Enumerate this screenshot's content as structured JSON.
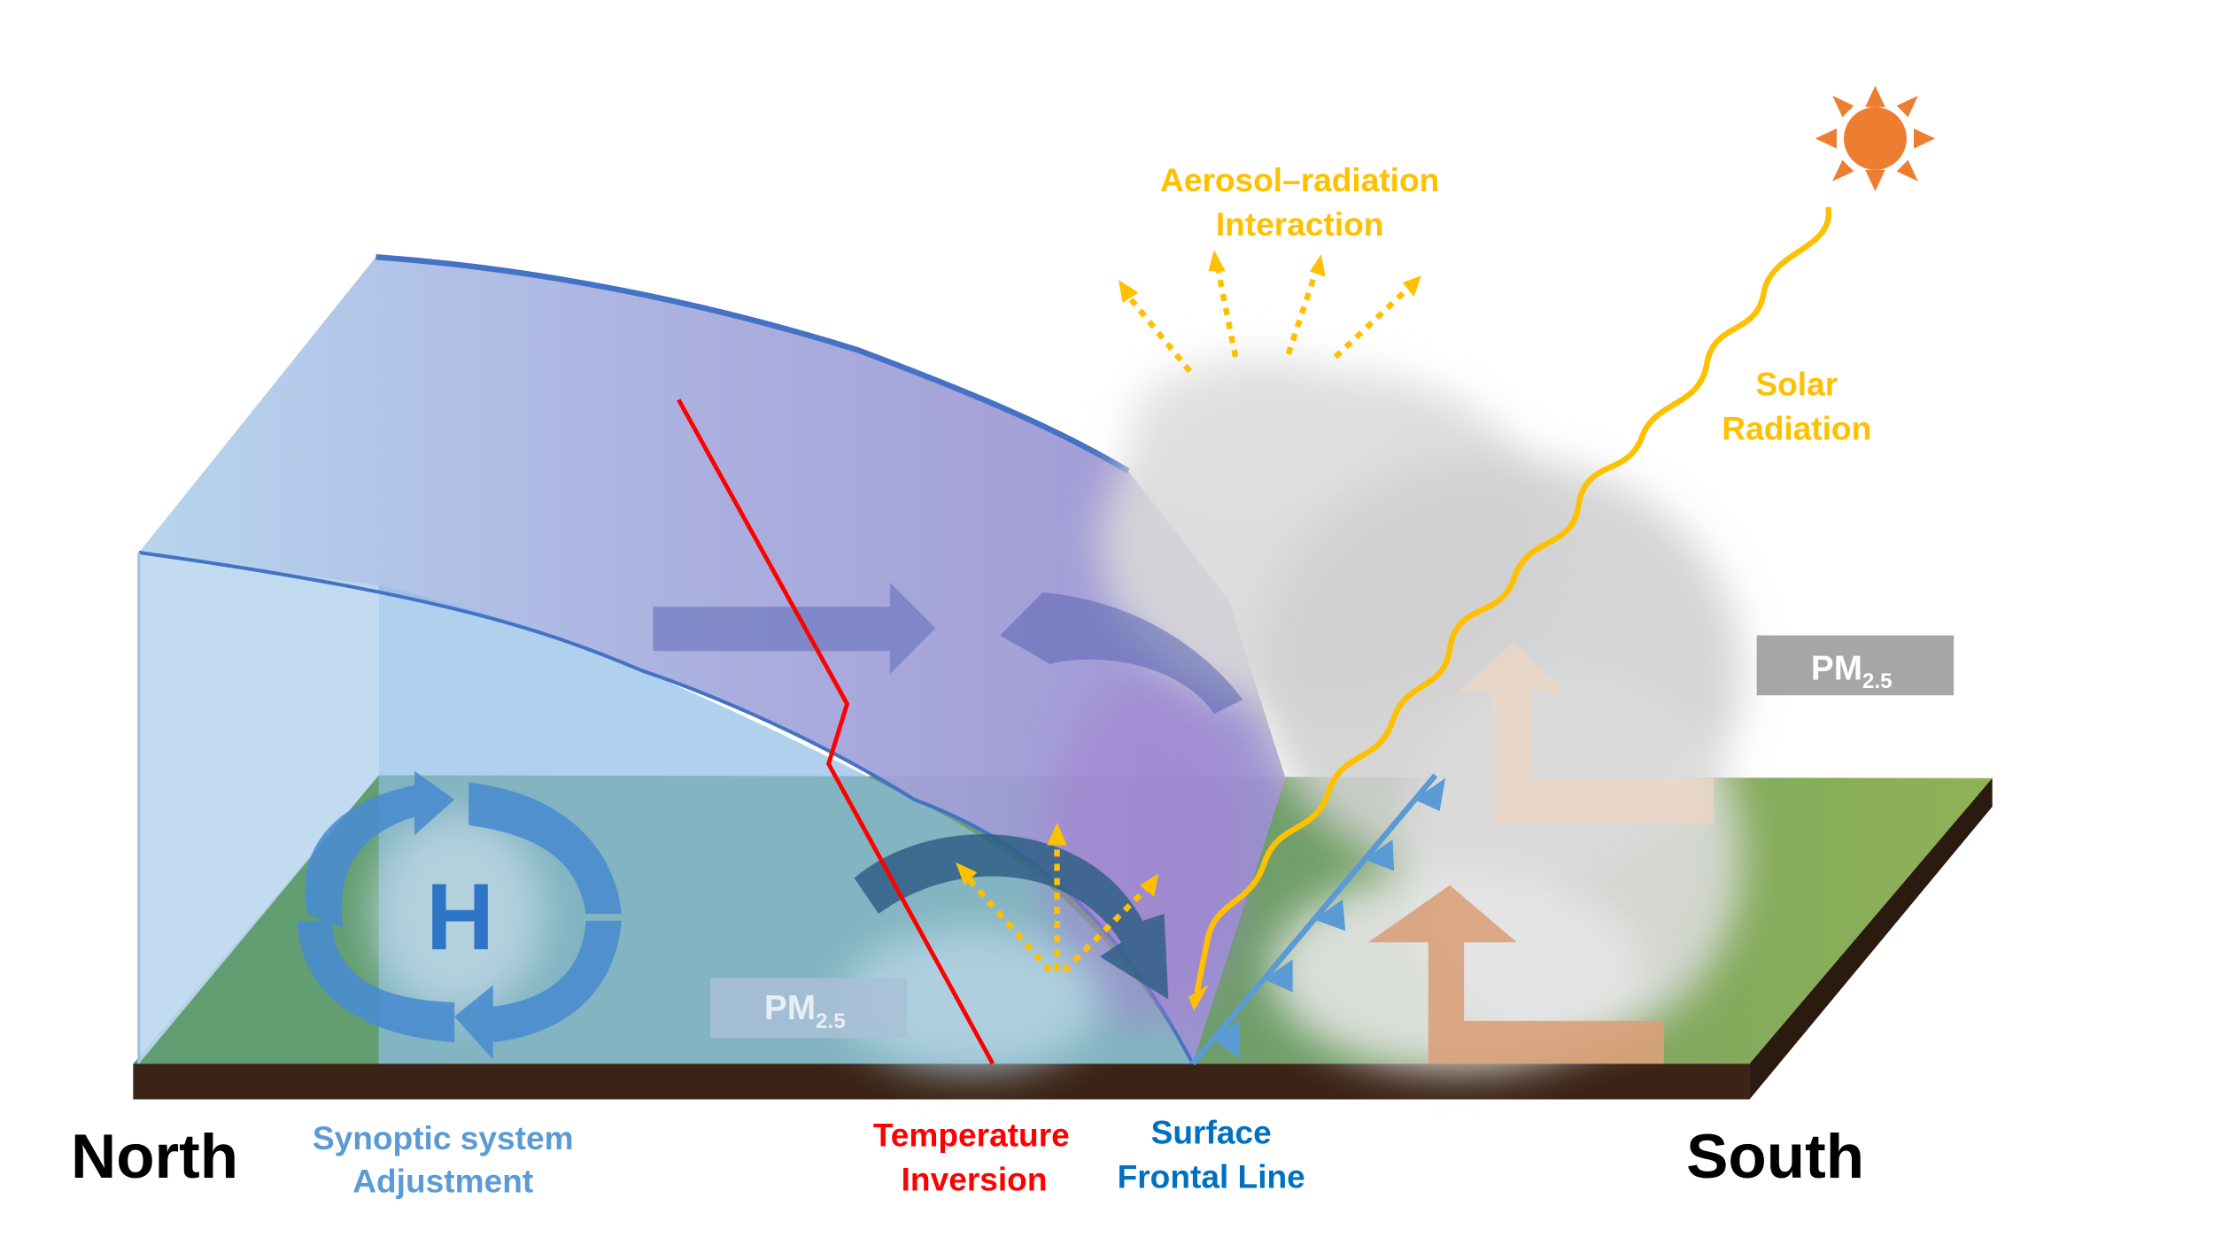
{
  "labels": {
    "north": "North",
    "south": "South",
    "synoptic_line1": "Synoptic system",
    "synoptic_line2": "Adjustment",
    "temperature_line1": "Temperature",
    "temperature_line2": "Inversion",
    "frontal_line1": "Surface",
    "frontal_line2": "Frontal Line",
    "aerosol_line1": "Aerosol–radiation",
    "aerosol_line2": "Interaction",
    "solar_line1": "Solar",
    "solar_line2": "Radiation",
    "high_pressure": "H",
    "pm_main": "PM",
    "pm_sub": "2.5"
  },
  "colors": {
    "aerosol": "#ffc000",
    "inversion": "#ff0000",
    "front": "#0070c0",
    "synoptic": "#5b9bd5",
    "sun": "#ed7d31",
    "pm_box": "#a6a6a6"
  }
}
